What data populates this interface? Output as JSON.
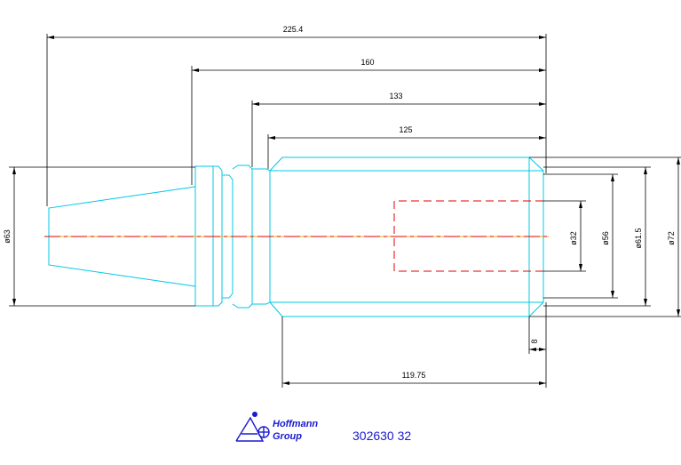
{
  "drawing": {
    "dimensions": {
      "overall_length": "225.4",
      "length_160": "160",
      "length_133": "133",
      "length_125": "125",
      "length_119": "119.75",
      "offset_8": "8",
      "dia_63": "ø63",
      "dia_32": "ø32",
      "dia_56": "ø56",
      "dia_61": "ø61.5",
      "dia_72": "ø72"
    },
    "colors": {
      "outline": "#00c8e6",
      "hidden": "#e60000",
      "centerline": "#e6b400",
      "dimension": "#000000",
      "brand": "#1a1ad0"
    }
  },
  "title_block": {
    "brand_line1": "Hoffmann",
    "brand_line2": "Group",
    "part_number": "302630 32",
    "logo_icon": "hoffmann-group-logo"
  }
}
